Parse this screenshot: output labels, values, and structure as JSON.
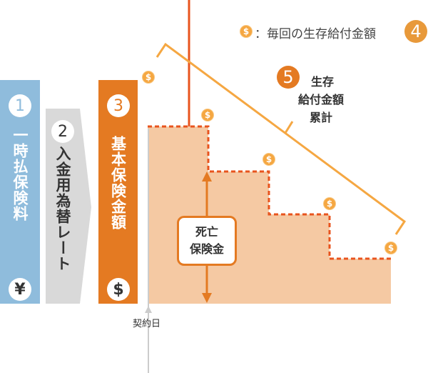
{
  "legend": {
    "text": "：毎回の生存給付金額",
    "number": "4"
  },
  "item1": {
    "number": "1",
    "label": "一時払保険料",
    "symbol": "¥"
  },
  "item2": {
    "number": "2",
    "label": "入金用為替レート"
  },
  "item3": {
    "number": "3",
    "label": "基本保険金額",
    "symbol": "$"
  },
  "item5": {
    "number": "5",
    "line1": "生存",
    "line2": "給付金額",
    "line3": "累計"
  },
  "death_benefit": {
    "line1": "死亡",
    "line2": "保険金"
  },
  "contract_date": "契約日",
  "coin_symbol": "$",
  "colors": {
    "blue": "#8fbcdc",
    "orange": "#e47a22",
    "light_orange": "#f5a742",
    "fill": "#f5c9a3",
    "red": "#e8541e",
    "gray": "#d9d9d9"
  }
}
